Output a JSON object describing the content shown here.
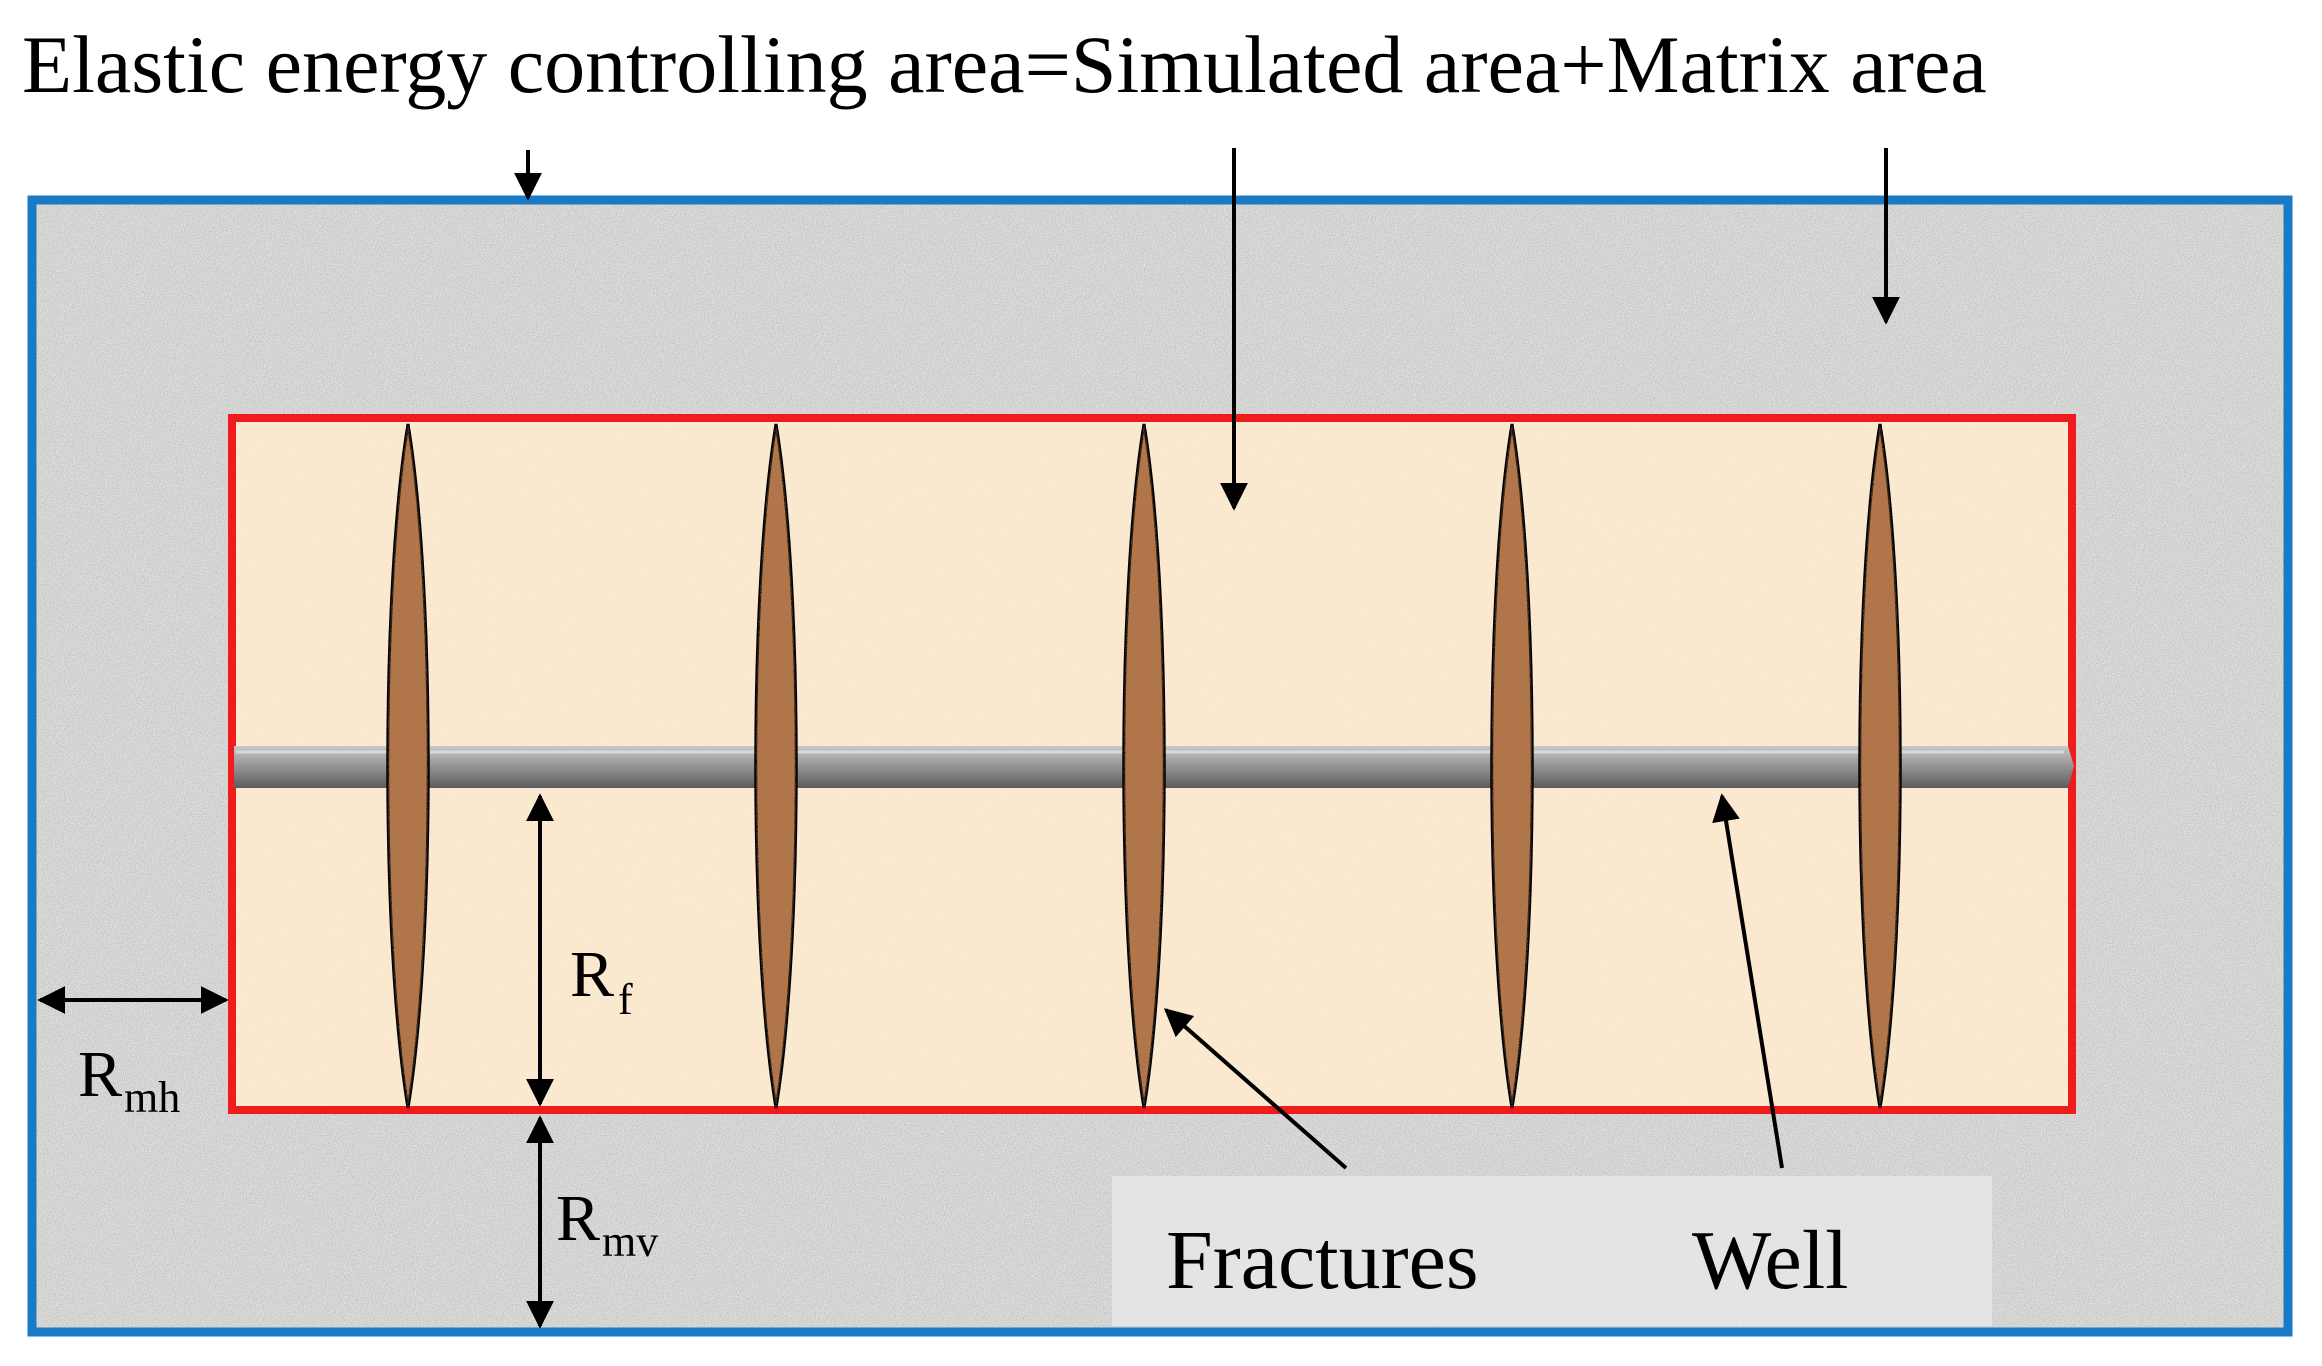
{
  "title": "Elastic energy controlling area=Simulated area+Matrix area",
  "labels": {
    "fractures": "Fractures",
    "well": "Well"
  },
  "symbols": {
    "rf": {
      "main": "R",
      "sub": "f"
    },
    "rmh": {
      "main": "R",
      "sub": "mh"
    },
    "rmv": {
      "main": "R",
      "sub": "mv"
    }
  },
  "fracture_count": 5,
  "colors": {
    "matrix_border": "#1a7bc4",
    "simulated_border": "#ee1c1c",
    "simulated_fill": "#fbe9d0",
    "matrix_fill": "#e2e2e0",
    "fracture_fill": "#b87548",
    "well": "#8d8b8d",
    "label_box": "#e4e4e4"
  }
}
